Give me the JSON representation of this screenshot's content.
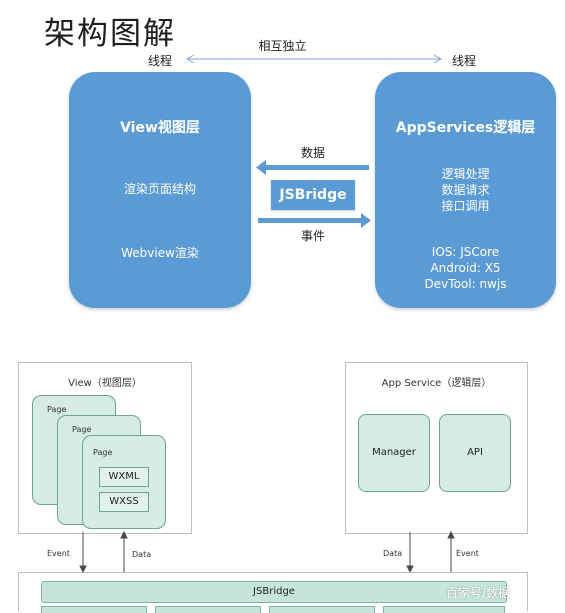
{
  "top": {
    "title": "架构图解",
    "left_thread": "线程",
    "right_thread": "线程",
    "independent": "相互独立",
    "view_box": {
      "heading": "View视图层",
      "line1": "渲染页面结构",
      "line2": "Webview渲染"
    },
    "service_box": {
      "heading": "AppServices逻辑层",
      "line1": "逻辑处理",
      "line2": "数据请求",
      "line3": "接口调用",
      "line4": "IOS: JSCore",
      "line5": "Android: X5",
      "line6": "DevTool: nwjs"
    },
    "data_label": "数据",
    "bridge_label": "JSBridge",
    "event_label": "事件"
  },
  "bottom": {
    "view_title": "View（视图层）",
    "page_labels": [
      "Page",
      "Page",
      "Page"
    ],
    "wxml": "WXML",
    "wxss": "WXSS",
    "service_title": "App Service（逻辑层）",
    "manager": "Manager",
    "api": "API",
    "event_left": "Event",
    "data_left": "Data",
    "data_right": "Data",
    "event_right": "Event",
    "bridge": "JSBridge"
  },
  "watermark": "百家号/数据"
}
